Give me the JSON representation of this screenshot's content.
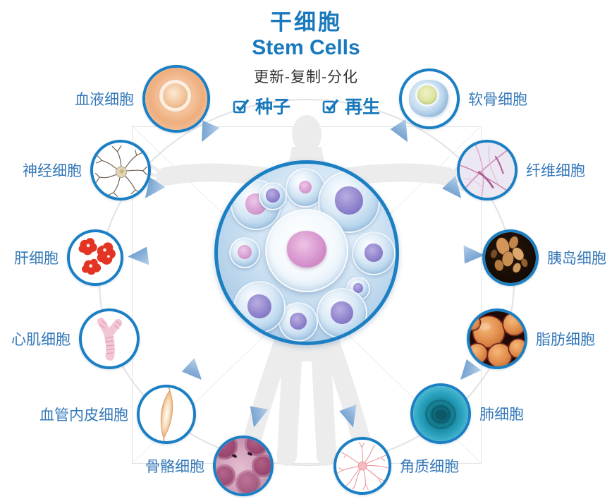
{
  "header": {
    "title_zh": "干细胞",
    "title_en": "Stem Cells",
    "subtitle": "更新-复制-分化"
  },
  "features": [
    {
      "label": "种子",
      "icon": "checkbox-checked-icon"
    },
    {
      "label": "再生",
      "icon": "checkbox-checked-icon"
    }
  ],
  "cells": [
    {
      "name": "blood",
      "label": "血液细胞"
    },
    {
      "name": "cartilage",
      "label": "软骨细胞"
    },
    {
      "name": "nerve",
      "label": "神经细胞"
    },
    {
      "name": "fiber",
      "label": "纤维细胞"
    },
    {
      "name": "liver",
      "label": "肝细胞"
    },
    {
      "name": "islet",
      "label": "胰岛细胞"
    },
    {
      "name": "cardiac",
      "label": "心肌细胞"
    },
    {
      "name": "fat",
      "label": "脂肪细胞"
    },
    {
      "name": "endothelial",
      "label": "血管内皮细胞"
    },
    {
      "name": "lung",
      "label": "肺细胞"
    },
    {
      "name": "bone",
      "label": "骨骼细胞"
    },
    {
      "name": "keratinocyte",
      "label": "角质细胞"
    }
  ],
  "colors": {
    "accent_blue": "#1979bd",
    "label_blue": "#3478b9",
    "circle_border": "#1b7fc3",
    "arrow_blue": "#5d92c6",
    "silhouette_gray": "#ececec"
  }
}
